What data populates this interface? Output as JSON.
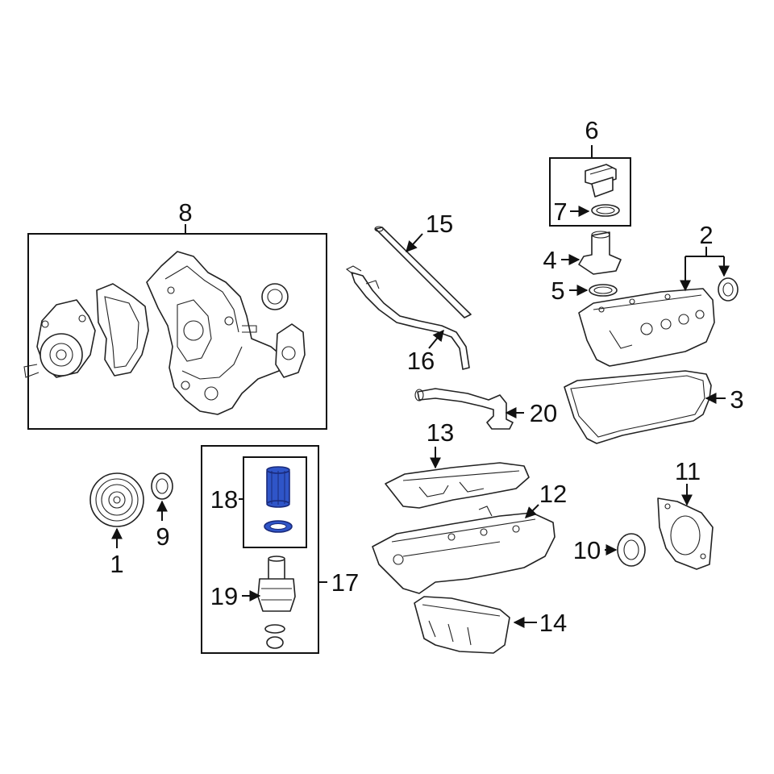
{
  "callouts": {
    "c1": "1",
    "c2": "2",
    "c3": "3",
    "c4": "4",
    "c5": "5",
    "c6": "6",
    "c7": "7",
    "c8": "8",
    "c9": "9",
    "c10": "10",
    "c11": "11",
    "c12": "12",
    "c13": "13",
    "c14": "14",
    "c15": "15",
    "c16": "16",
    "c17": "17",
    "c18": "18",
    "c19": "19",
    "c20": "20"
  },
  "colors": {
    "line": "#111111",
    "highlight": "#2f55c8"
  }
}
